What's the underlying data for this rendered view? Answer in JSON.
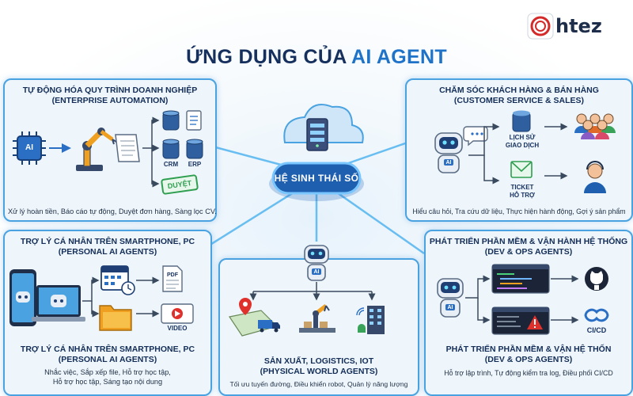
{
  "header": {
    "title_main": "ỨNG DỤNG CỦA ",
    "title_accent": "AI AGENT",
    "logo_text": "htez"
  },
  "hub": {
    "label": "HỆ SINH THÁI SỐ"
  },
  "panels": {
    "enterprise": {
      "title_1": "TỰ ĐỘNG HÓA QUY TRÌNH DOANH NGHIỆP",
      "title_2": "(ENTERPRISE AUTOMATION)",
      "description": "Xử lý hoàn tiền, Báo cáo tự động, Duyệt đơn hàng, Sàng lọc CV.",
      "labels": {
        "crm": "CRM",
        "erp": "ERP",
        "approved": "DUYỆT",
        "ai": "AI"
      }
    },
    "customer": {
      "title_1": "CHĂM SÓC KHÁCH HÀNG & BÁN HÀNG",
      "title_2": "(CUSTOMER SERVICE & SALES)",
      "description": "Hiểu câu hỏi, Tra cứu dữ liệu, Thực hiện hành động, Gợi ý sản phẩm",
      "labels": {
        "history_1": "LỊCH SỬ",
        "history_2": "GIAO DỊCH",
        "ticket_1": "TICKET",
        "ticket_2": "HỖ TRỢ",
        "ai": "AI"
      }
    },
    "personal": {
      "title_1": "TRỢ LÝ CÁ NHÂN TRÊN SMARTPHONE, PC",
      "title_2": "(PERSONAL AI AGENTS)",
      "title_bottom_1": "TRỢ LÝ CÁ NHÂN TRÊN SMARTPHONE, PC",
      "title_bottom_2": "(PERSONAL AI AGENTS)",
      "description_1": "Nhắc việc, Sắp xếp file, Hỗ trợ học tập,",
      "description_2": "Hỗ trợ học tập, Sáng tạo nội dung",
      "labels": {
        "pdf": "PDF",
        "video": "VIDEO"
      }
    },
    "physical": {
      "title_1": "SẢN XUẤT, LOGISTICS, IOT",
      "title_2": "(PHYSICAL WORLD AGENTS)",
      "description": "Tối ưu tuyến đường, Điều khiển robot, Quản lý năng lượng",
      "labels": {
        "ai": "AI"
      }
    },
    "devops": {
      "title_1": "PHÁT TRIỂN PHẦN MỀM & VẬN HÀNH HỆ THỐNG",
      "title_2": "(DEV & OPS AGENTS)",
      "title_bottom_1": "PHÁT TRIỂN PHẦN MỀM & VẬN HỆ THỐN",
      "title_bottom_2": "(DEV & OPS AGENTS)",
      "description": "Hỗ trợ lập trình, Tự động kiểm tra log, Điều phối CI/CD",
      "labels": {
        "cicd": "CI/CD",
        "ai": "AI"
      }
    }
  },
  "colors": {
    "navy": "#16305e",
    "blue": "#1e73c8",
    "panel_border": "#4aa3e0",
    "panel_fill": "#eef6fc",
    "green": "#2e9e4f",
    "red": "#e0302b"
  },
  "icons": [
    "cpu-icon",
    "robot-arm-icon",
    "invoice-icon",
    "database-icon",
    "document-icon",
    "cloud-server-icon",
    "robot-icon",
    "chat-icon",
    "customers-icon",
    "support-agent-icon",
    "phone-icon",
    "laptop-icon",
    "calendar-icon",
    "clock-icon",
    "folder-icon",
    "pdf-icon",
    "video-icon",
    "map-pin-icon",
    "truck-icon",
    "factory-robot-icon",
    "building-icon",
    "code-editor-icon",
    "github-icon",
    "warning-icon",
    "cicd-icon"
  ]
}
